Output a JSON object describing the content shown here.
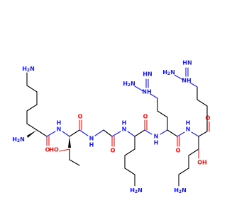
{
  "molecule": {
    "atom_labels": {
      "nh2": "NH",
      "nh2_sub": "2",
      "nh": "NH",
      "hn": "HN",
      "h2n": "H",
      "h2n_sub": "2",
      "h2n_n": "N",
      "o": "O",
      "ho": "HO",
      "oh": "OH",
      "n_h": "H",
      "n": "N"
    },
    "colors": {
      "bond": "#000000",
      "nitrogen": "#1a1aff",
      "oxygen": "#ff0d0d",
      "background": "#ffffff"
    }
  }
}
